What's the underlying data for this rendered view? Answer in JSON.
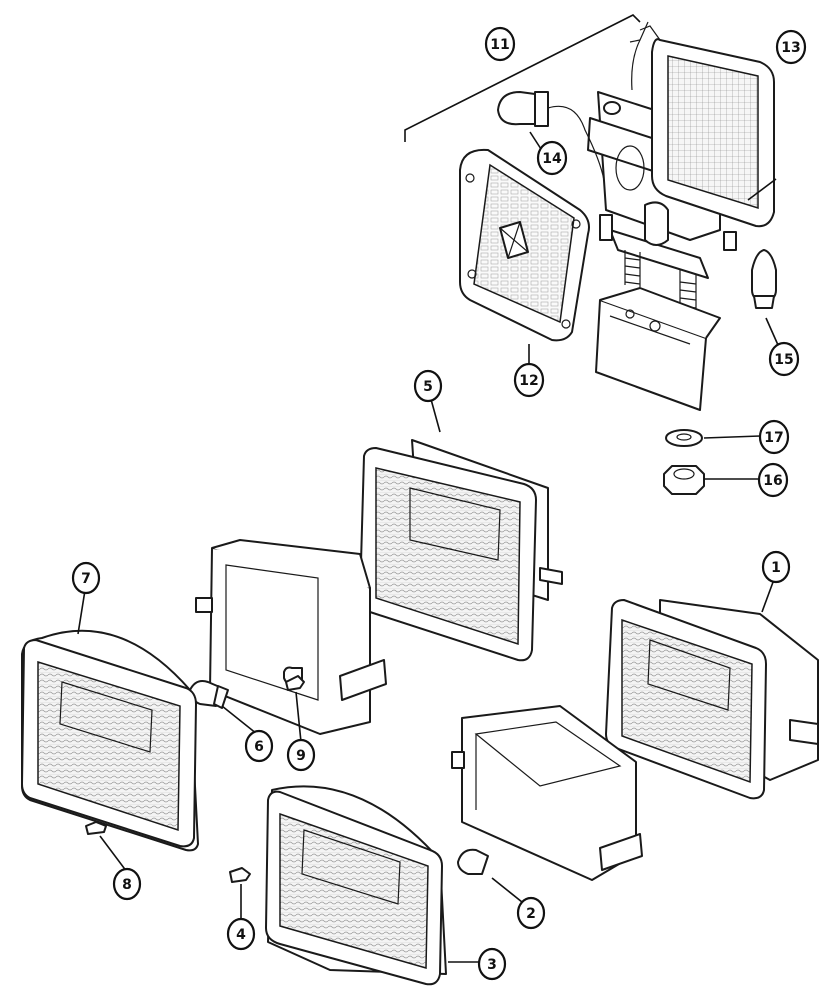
{
  "diagram": {
    "callouts": [
      {
        "id": "c1",
        "label": "1"
      },
      {
        "id": "c2",
        "label": "2"
      },
      {
        "id": "c3",
        "label": "3"
      },
      {
        "id": "c4",
        "label": "4"
      },
      {
        "id": "c5",
        "label": "5"
      },
      {
        "id": "c6",
        "label": "6"
      },
      {
        "id": "c7",
        "label": "7"
      },
      {
        "id": "c8",
        "label": "8"
      },
      {
        "id": "c9",
        "label": "9"
      },
      {
        "id": "c11",
        "label": "11"
      },
      {
        "id": "c12",
        "label": "12"
      },
      {
        "id": "c13",
        "label": "13"
      },
      {
        "id": "c14",
        "label": "14"
      },
      {
        "id": "c15",
        "label": "15"
      },
      {
        "id": "c16",
        "label": "16"
      },
      {
        "id": "c17",
        "label": "17"
      }
    ]
  }
}
